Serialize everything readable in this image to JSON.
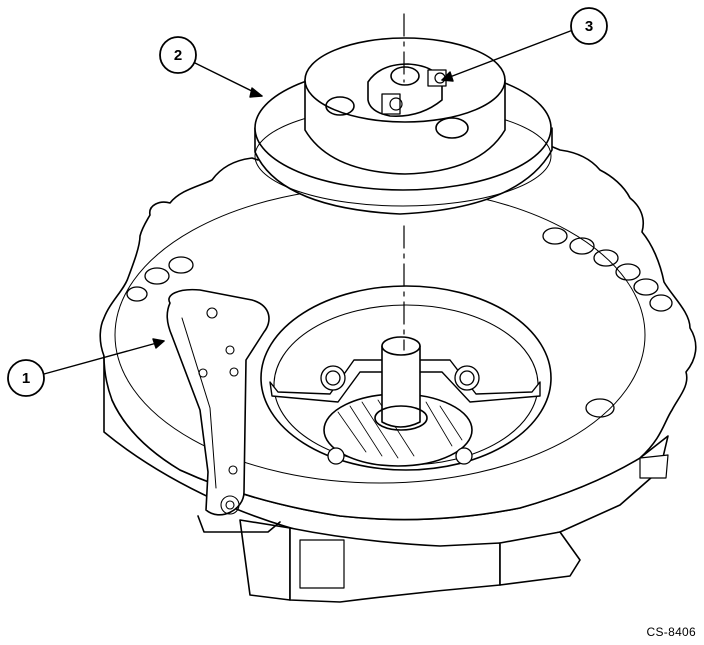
{
  "callouts": [
    {
      "id": "1",
      "label": "1"
    },
    {
      "id": "2",
      "label": "2"
    },
    {
      "id": "3",
      "label": "3"
    }
  ],
  "figure_code": "CS-8406",
  "colors": {
    "line": "#000000",
    "background": "#ffffff",
    "shade": "#e6e6e6"
  }
}
